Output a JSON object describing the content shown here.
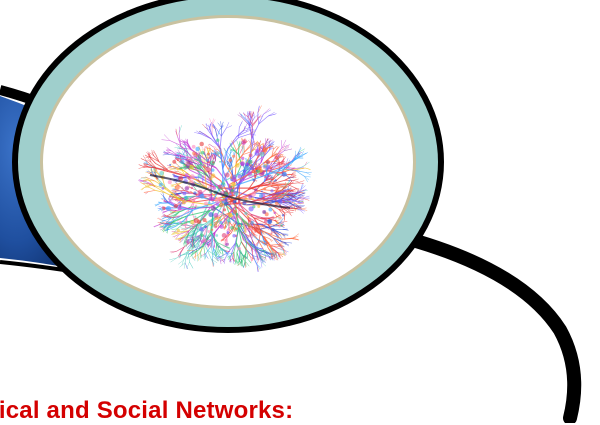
{
  "caption": {
    "text": "gical and Social Networks:"
  },
  "colors": {
    "caption": "#d40000",
    "lens_rim": "#9fcfcc",
    "lens_outline": "#000000",
    "lens_inner_ring": "#c9c2a0",
    "lens_glass": "#ffffff",
    "handle": "#000000",
    "blue_banner": "#1f4f9f"
  },
  "illustration": {
    "subject": "magnifying-glass",
    "content": "network-graph-visualization"
  }
}
